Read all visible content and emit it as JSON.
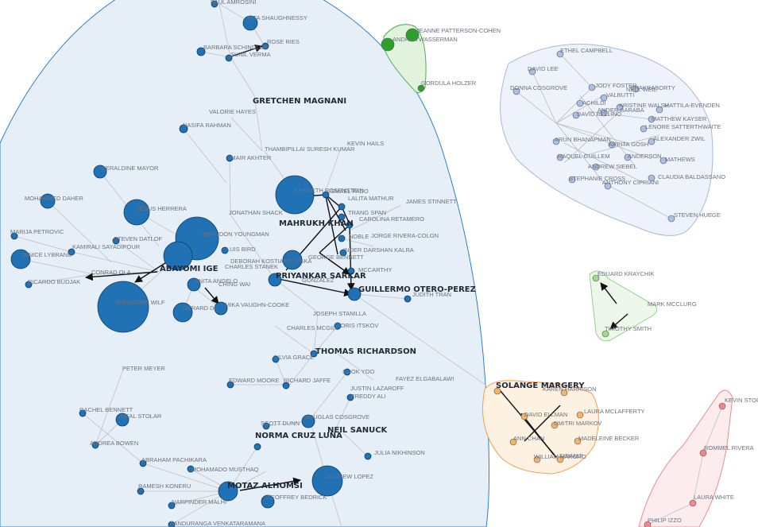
{
  "colors": {
    "blue": "#2171b5",
    "blue_hull": "#e6eef7",
    "blue_hull_stroke": "#2f80c8",
    "green": "#2ca02c",
    "green_hull": "#e1f2dd",
    "green_hull_stroke": "#4caf50",
    "lightblue": "#a9c0e8",
    "lightblue_hull": "#eef2fa",
    "lightblue_hull_stroke": "#a7b9de",
    "lightgreen": "#98df8a",
    "lightgreen_hull": "#eef8ea",
    "lightgreen_hull_stroke": "#8ed38a",
    "orange": "#f8b36a",
    "orange_hull": "#fdf1e2",
    "orange_hull_stroke": "#f2a04e",
    "pink": "#f4868a",
    "pink_hull": "#fdeced",
    "pink_hull_stroke": "#ee8c8f"
  },
  "labels": {
    "paul_amrosini": "PAUL AMROSINI",
    "rita_shaughnessy": "RITA SHAUGHNESSY",
    "rose_ries": "ROSE RIES",
    "barbara_schindler": "BARBARA SCHINDLER",
    "sunil_verma": "SUNIL VERMA",
    "gretchen_magnani": "GRETCHEN MAGNANI",
    "valorie_hayes": "VALORIE HAYES",
    "nasifa_rahman": "NASIFA RAHMAN",
    "kevin_hails": "KEVIN HAILS",
    "thambipillai": "THAMBIPILLAI SURESH KUMAR",
    "umair_akhter": "UMAIR AKHTER",
    "geraldine_mayor": "GERALDINE MAYOR",
    "mohammed_daher": "MOHAMMED DAHER",
    "jesus_herrera": "JESUS HERRERA",
    "kenneth_rosenstein": "KENNETH ROSENSTEIN",
    "ismael_fado": "ISMAEL FADO",
    "lalita_mathur": "LALITA MATHUR",
    "james_stinnett": "JAMES STINNETT",
    "jonathan_shack": "JONATHAN SHACK",
    "mahrukh_khan": "MAHRUKH KHAN",
    "carolina_retamero": "CAROLINA RETAMERO",
    "trang_span": "TRANG SPAN",
    "marija_petrovic": "MARIJA PETROVIC",
    "brandon_youngman": "BRANDON YOUNGMAN",
    "steven_datlof": "STEVEN DATLOF",
    "kamirali": "KAMIRALI SAYADIPOUR",
    "janice_lybrand": "JANICE LYBRAND",
    "luis_bird": "LUIS BIRD",
    "jorge_rivera": "JORGE RIVERA-COLON",
    "noble": "NOBLE",
    "inder_kalra": "INDER DARSHAN KALRA",
    "abayomi_ige": "ABAYOMI IGE",
    "debora": "DEBORAH KOSTIANTOVSKA",
    "george": "GEORGE BENNETT",
    "mccarthy": "MCCARTHY",
    "priyankar_sarkar": "PRIYANKAR SARKAR",
    "conrad": "CONRAD OLA",
    "ricardo_budjak": "RICARDO BUDJAK",
    "charles_stanek": "CHARLES STANEK",
    "anita_angelo": "ANITA ANGELO",
    "ching_wai": "CHING WAI",
    "gonzalez": "GONZALEZ",
    "guillermo": "GUILLERMO OTERO-PEREZ",
    "judith_tran": "JUDITH TRAN",
    "theodore_wilf": "THEODORE WILF",
    "gerard_de": "GERARD DE",
    "mika_vaughn": "MIKA VAUGHN-COOKE",
    "joseph_stanilla": "JOSEPH STANILLA",
    "charles_mcgill": "CHARLES MCGILL",
    "doris_itskov": "DORIS ITSKOV",
    "thomas_richardson": "THOMAS RICHARDSON",
    "silvia_grace": "SILVIA GRACE",
    "peter_meyer": "PETER MEYER",
    "sook_yoo": "SOOK YOO",
    "fayez": "FAYEZ ELGABALAWI",
    "edward_moore": "EDWARD MOORE",
    "richard_jaffe": "RICHARD JAFFE",
    "justin": "JUSTIN LAZAROFF",
    "freddy_ali": "FREDDY ALI",
    "rachel_bennett": "RACHEL BENNETT",
    "neal_stolar": "NEAL STOLAR",
    "douglas_cosgrove": "DOUGLAS COSGROVE",
    "scott_dunn": "SCOTT DUNN",
    "neil_sanuck": "NEIL SANUCK",
    "norma_cruz_luna": "NORMA CRUZ LUNA",
    "andrea_bowen": "ANDREA BOWEN",
    "julia_nikhinson": "JULIA NIKHINSON",
    "abraham_pachikara": "ABRAHAM PACHIKARA",
    "mohamado": "MOHAMADO MUSTHAQ",
    "andrew_lopez": "ANDREW LOPEZ",
    "ramesh_koneru": "RAMESH KONERU",
    "motaz_alhomsi": "MOTAZ ALHOMSI",
    "geoffrey_bedrick": "GEOFFREY BEDRICK",
    "narpinder": "NARPINDER MALHI",
    "panduranga": "PANDURANGA VENKATARAMANA",
    "jeanne_patterson": "JEANNE PATTERSON-COHEN",
    "andrea_wasserman": "ANDREA WASSERMAN",
    "gordula_holzer": "GORDULA HOLZER",
    "ethel_campbell": "ETHEL CAMPBELL",
    "david_lee": "DAVID LEE",
    "donna_cosgrove": "DONNA COSGROVE",
    "jody_foster": "JODY FOSTER",
    "chakraborty": "CHAKRABORTY",
    "achildi": "ACHILDI",
    "valbutti": "VALBUTTI",
    "nell_weil": "NELL WEIL",
    "kristine_walsh": "KRISTINE WALSH",
    "mattila": "MATTILA-EVENDEN",
    "david_bellino": "DAVID BELLINO",
    "matthew_kayser": "MATTHEW KAYSER",
    "ander_baraba": "ANDER BARABA",
    "satterthwaite": "LENORE SATTERTHWAITE",
    "arun_bhanapman": "ARUN BHANAPMAN",
    "alexander_zwil": "ALEXANDER ZWIL",
    "arpita": "ARPITA GOSH",
    "raquel_guillem": "RAQUEL GUILLEM",
    "anderson": "ANDERSON",
    "mathews": "MATHEWS",
    "andrew_siebel": "ANDREW SIEBEL",
    "claudia_baldassano": "CLAUDIA BALDASSANO",
    "stephanie": "STEPHANIE CROSS",
    "anthony": "ANTHONY CIPRIANI",
    "steven_hueg": "STEVEN HUEGE",
    "eduard_kraychik": "EDUARD KRAYCHIK",
    "mark_mcclurg": "MARK MCCLURG",
    "timothy_smith": "TIMOTHY SMITH",
    "solange_margery": "SOLANGE MARGERY",
    "karen_harrison": "KAREN HARRISON",
    "laura_mclafferty": "LAURA MCLAFFERTY",
    "david_ellman": "DAVID ELLMAN",
    "dmitri_markov": "DMITRI MARKOV",
    "madeleine_becker": "MADELEINE BECKER",
    "ann_chan": "ANN CHAN",
    "william_hargro": "WILLIAM HARGRO",
    "siramji": "SIRAMJI",
    "kevin_stoc": "KEVIN STOC",
    "rommel_rivera": "ROMMEL RIVERA",
    "laura_white": "LAURA WHITE",
    "philip_izzo": "PHILIP IZZO"
  }
}
